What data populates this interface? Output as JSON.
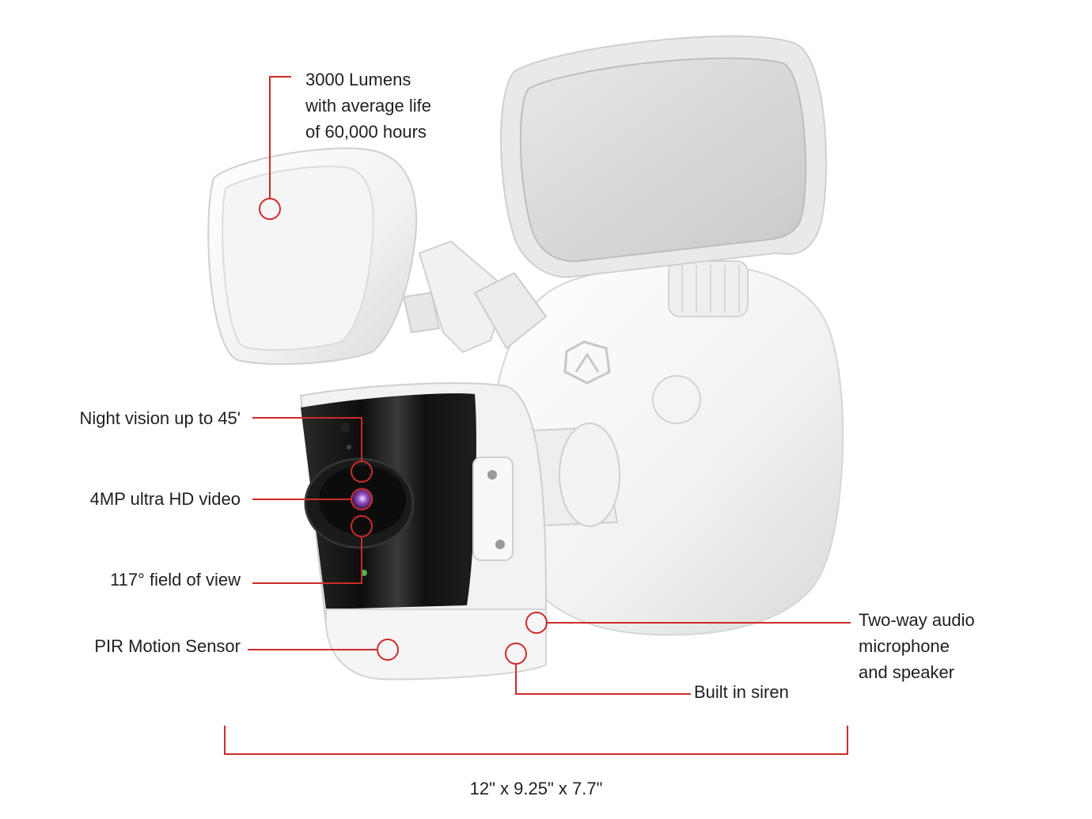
{
  "colors": {
    "callout": "#cc2b2b",
    "device_body": "#f2f2f2",
    "device_shadow": "#d4d4d4",
    "lens_dark": "#141414"
  },
  "icons": [
    "brand-logo-icon",
    "light-head-left",
    "light-head-right",
    "camera-module",
    "wall-mount-base"
  ],
  "callouts": {
    "lumens": "3000 Lumens\nwith average life\nof 60,000 hours",
    "night_vision": "Night vision up to 45'",
    "video": "4MP ultra HD video",
    "fov": "117° field of view",
    "pir": "PIR Motion Sensor",
    "audio": "Two-way audio\nmicrophone\nand speaker",
    "siren": "Built in siren"
  },
  "dimensions": "12\" x 9.25\" x 7.7\""
}
